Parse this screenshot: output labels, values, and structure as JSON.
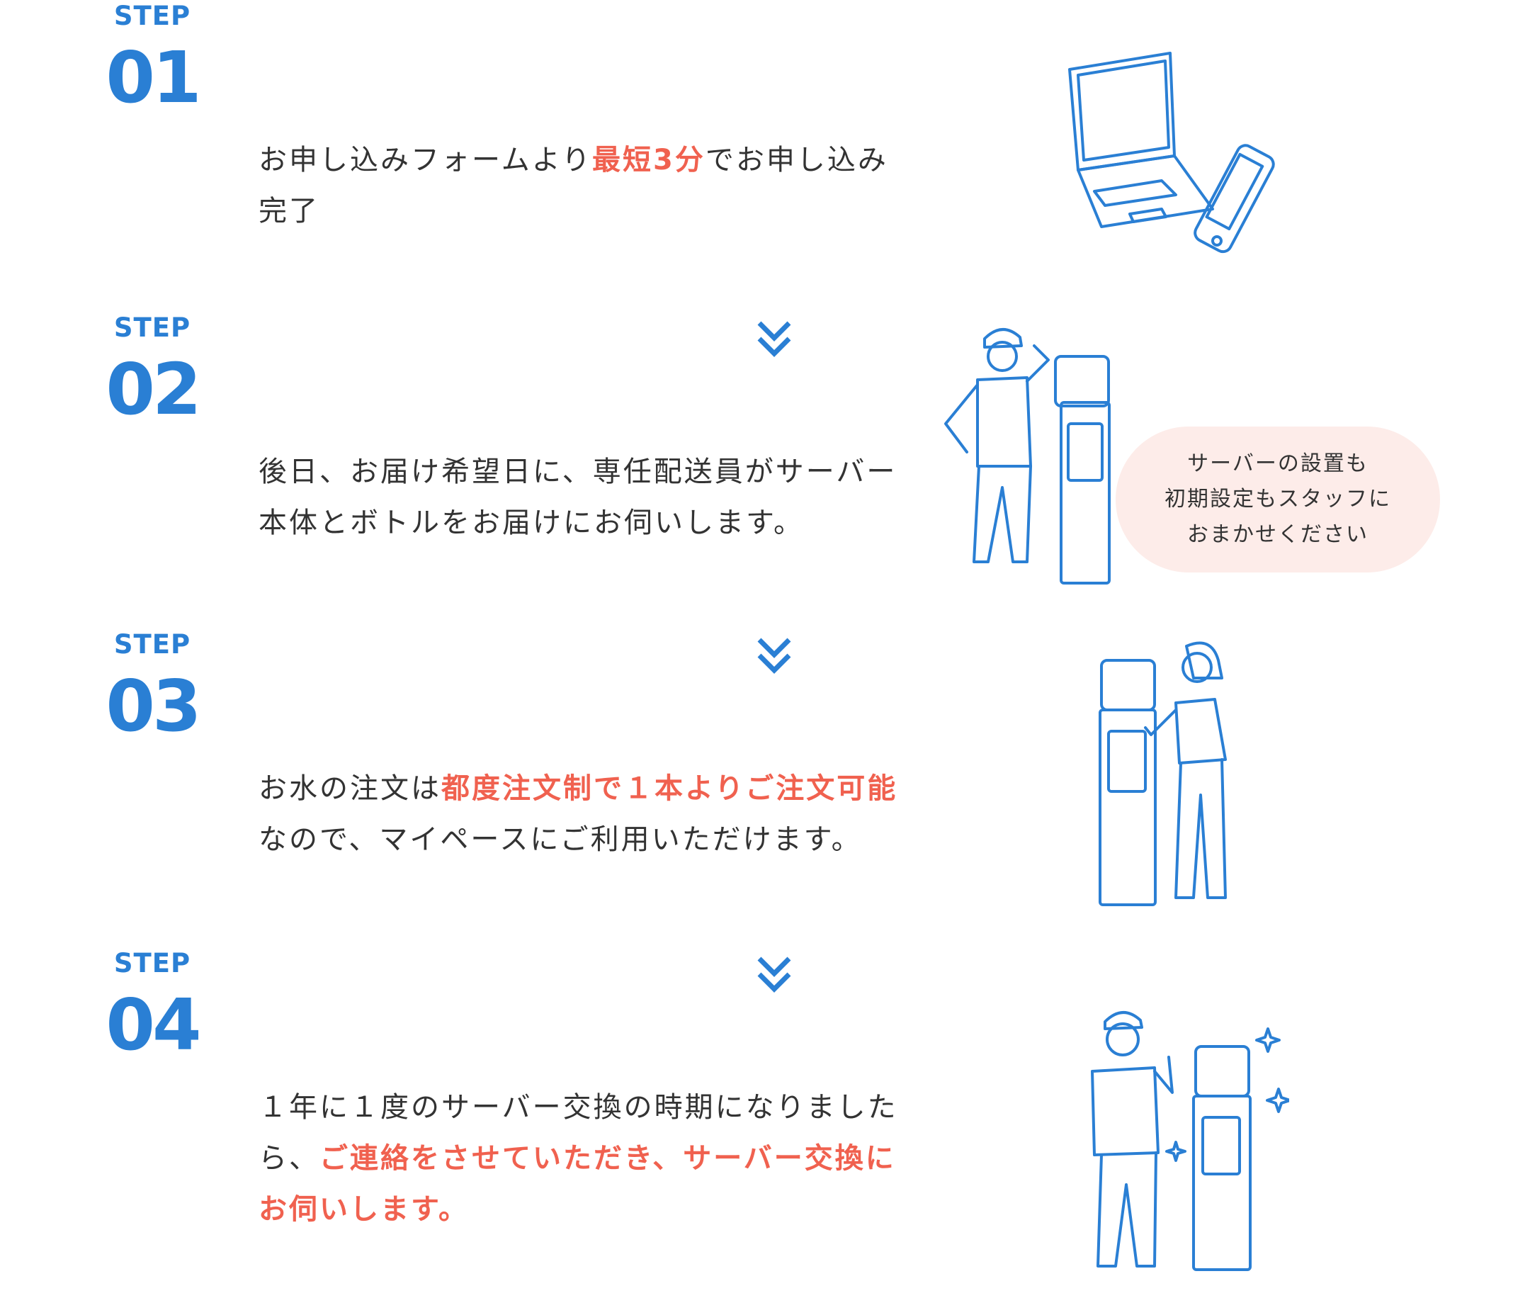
{
  "steps": [
    {
      "label": "STEP",
      "number": "01",
      "text": [
        {
          "t": "お申し込みフォームより",
          "hl": false
        },
        {
          "t": "最短3分",
          "hl": true
        },
        {
          "t": "でお申し込み完了",
          "hl": false
        }
      ],
      "illustration": "laptop-phone-icon"
    },
    {
      "label": "STEP",
      "number": "02",
      "text": [
        {
          "t": "後日、お届け希望日に、専任配送員がサーバー本体とボトルをお届けにお伺いします。",
          "hl": false
        }
      ],
      "illustration": "delivery-staff-icon",
      "bubble": [
        "サーバーの設置も",
        "初期設定もスタッフに",
        "おまかせください"
      ]
    },
    {
      "label": "STEP",
      "number": "03",
      "text": [
        {
          "t": "お水の注文は",
          "hl": false
        },
        {
          "t": "都度注文制で１本よりご注文可能",
          "hl": true
        },
        {
          "t": "なので、マイペースにご利用いただけます。",
          "hl": false
        }
      ],
      "illustration": "woman-water-server-icon"
    },
    {
      "label": "STEP",
      "number": "04",
      "text": [
        {
          "t": "１年に１度のサーバー交換の時期になりましたら、",
          "hl": false
        },
        {
          "t": "ご連絡をさせていただき、サーバー交換にお伺いします。",
          "hl": true
        }
      ],
      "illustration": "staff-thumbs-up-icon"
    }
  ],
  "colors": {
    "accent": "#2a7fd4",
    "highlight": "#f0614f",
    "text": "#333333",
    "bubble": "#fdece9"
  }
}
